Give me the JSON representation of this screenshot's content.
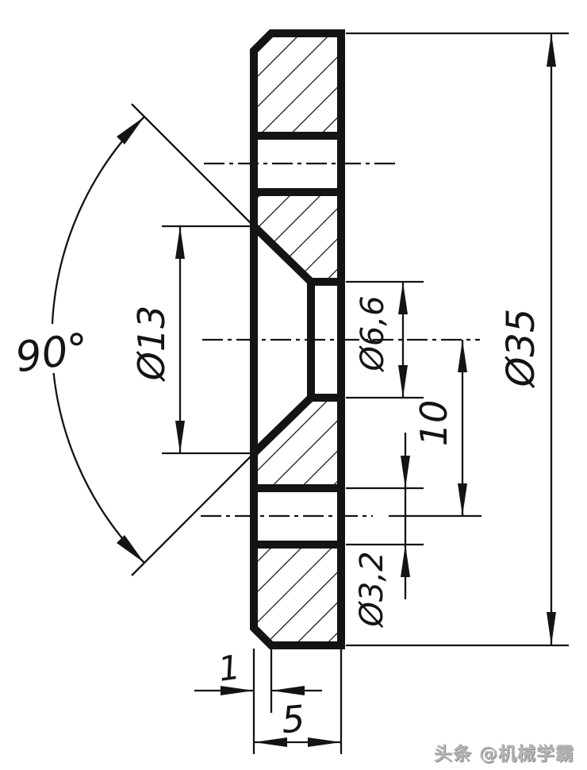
{
  "drawing": {
    "labels": {
      "angle": "90°",
      "countersink_dia": "Ø13",
      "hole_dia": "Ø6,6",
      "hole_offset": "10",
      "small_hole_dia": "Ø3,2",
      "outer_dia": "Ø35",
      "chamfer": "1",
      "thickness": "5"
    },
    "watermark": "头条 @机械学霸",
    "colors": {
      "line": "#141414",
      "background": "#ffffff",
      "watermark_gray": "#b5b5b5"
    }
  }
}
